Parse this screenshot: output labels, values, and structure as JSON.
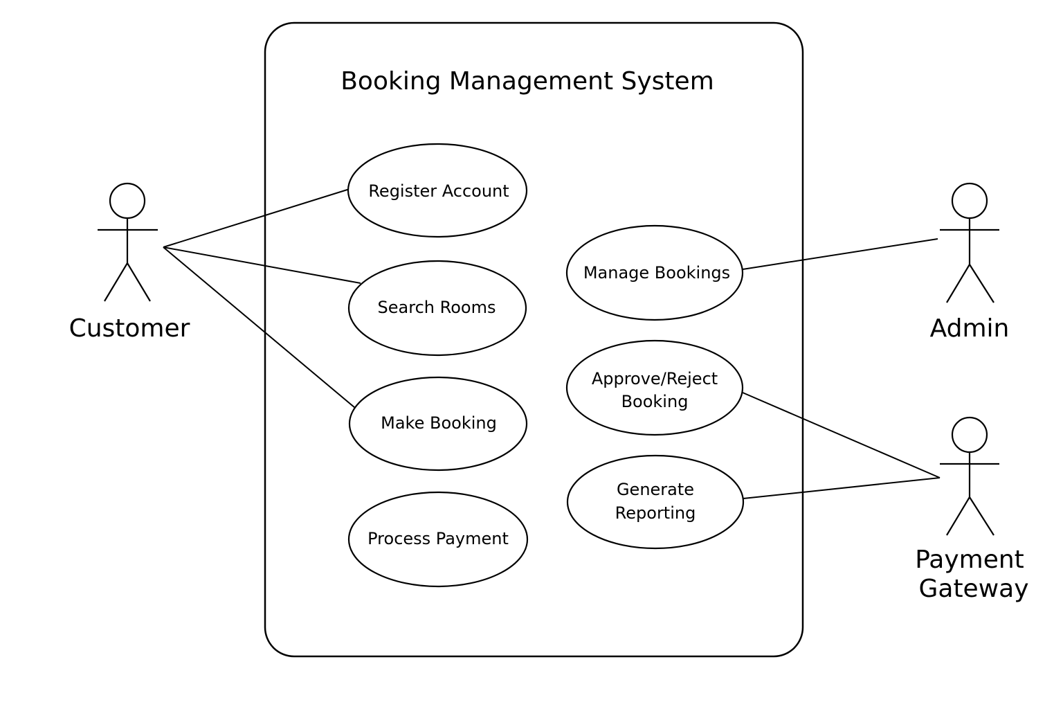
{
  "system": {
    "title": "Booking Management System"
  },
  "actors": {
    "customer": "Customer",
    "admin": "Admin",
    "payment_gateway": [
      "Payment",
      "Gateway"
    ]
  },
  "use_cases": {
    "register_account": [
      "Register Account"
    ],
    "search_rooms": [
      "Search Rooms"
    ],
    "make_booking": [
      "Make Booking"
    ],
    "process_payment": [
      "Process Payment"
    ],
    "manage_bookings": [
      "Manage Bookings"
    ],
    "approve_reject_booking": [
      "Approve/Reject",
      "Booking"
    ],
    "generate_reporting": [
      "Generate",
      "Reporting"
    ]
  },
  "colors": {
    "stroke": "#000000",
    "background": "#ffffff"
  }
}
